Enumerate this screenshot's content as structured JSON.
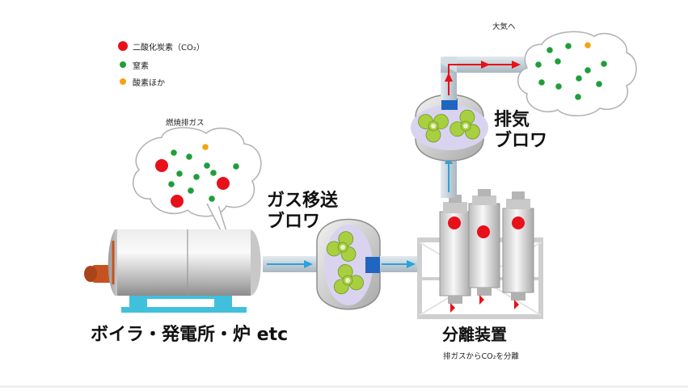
{
  "legend": {
    "items": [
      {
        "label": "二酸化炭素（CO₂）",
        "color": "#e8101a"
      },
      {
        "label": "窒素",
        "color": "#1f9e3a"
      },
      {
        "label": "酸素ほか",
        "color": "#f4a314"
      }
    ]
  },
  "labels": {
    "atmosphere": "大気へ",
    "flue_gas": "燃焼排ガス",
    "boiler": "ボイラ・発電所・炉 etc",
    "transfer_blower_line1": "ガス移送",
    "transfer_blower_line2": "ブロワ",
    "exhaust_blower_line1": "排気",
    "exhaust_blower_line2": "ブロワ",
    "separator_title": "分離装置",
    "separator_sub": "排ガスからCO₂を分離"
  },
  "colors": {
    "co2": "#e8101a",
    "nitrogen": "#1f9e3a",
    "oxygen": "#f4a314",
    "flow_blue": "#29a3dc",
    "flow_red": "#e8101a",
    "pipe": "#c9d4dc",
    "rotor": "#a8cf3f",
    "frame": "#dcdcdc",
    "stand": "#41c0de"
  }
}
